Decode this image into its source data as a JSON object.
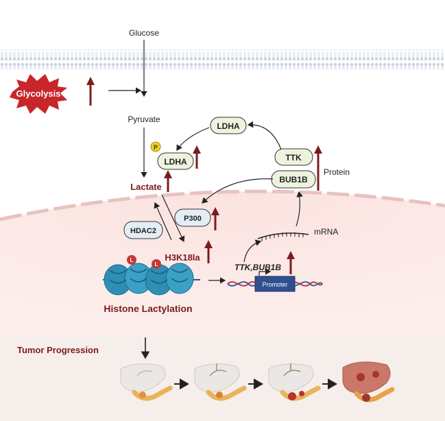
{
  "labels": {
    "glucose": "Glucose",
    "glycolysis": "Glycolysis",
    "pyruvate": "Pyruvate",
    "ldha_top": "LDHA",
    "ldha_phospho": "LDHA",
    "phospho_mark": "P",
    "lactate": "Lactate",
    "ttk": "TTK",
    "bub1b": "BUB1B",
    "protein": "Protein",
    "hdac2": "HDAC2",
    "p300": "P300",
    "mrna": "mRNA",
    "h3k18la": "H3K18la",
    "genes": "TTK,BUB1B",
    "promoter": "Promoter",
    "lactyl_mark": "L",
    "histone_lactylation": "Histone Lactylation",
    "tumor_progression": "Tumor Progression"
  },
  "colors": {
    "accent_red": "#7b1c1c",
    "burst_red": "#c8262a",
    "cell_pink": "#fbe8e6",
    "section_bg": "#f5ede9",
    "box_green": "#eef3de",
    "box_blue": "#e4edf4",
    "histone_blue": "#2d8fb5",
    "dna_red": "#c23a3a",
    "dna_blue": "#3a5ca8",
    "promoter_box": "#2f4f8f"
  },
  "icons": [
    "up-arrow-icon",
    "liver-icon",
    "pancreas-icon",
    "histone-icon",
    "dna-icon",
    "membrane-icon",
    "burst-icon"
  ]
}
